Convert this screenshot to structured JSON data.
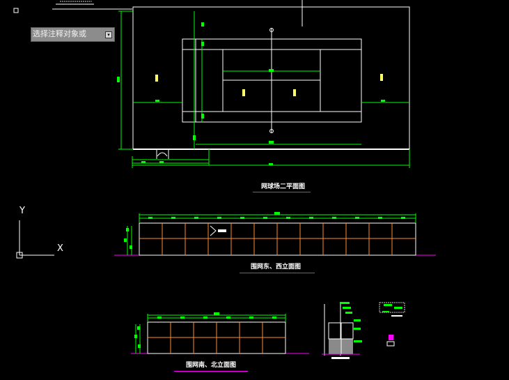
{
  "command_prompt": {
    "text": "选择注释对象或",
    "button_icon": "dropdown-arrow-icon"
  },
  "drawing_titles": {
    "plan": "网球场二平面图",
    "east_west_elevation": "围网东、西立面图",
    "south_north_elevation": "围网南、北立面图"
  },
  "ucs": {
    "y_label": "Y",
    "x_label": "X"
  },
  "colors": {
    "background": "#000000",
    "outline": "#ffffff",
    "dimension": "#00ff00",
    "dimension_marker": "#00ff00",
    "grid": "#ff8c2a",
    "ground": "#ff00ff",
    "title_underline": "#ff00ff"
  }
}
